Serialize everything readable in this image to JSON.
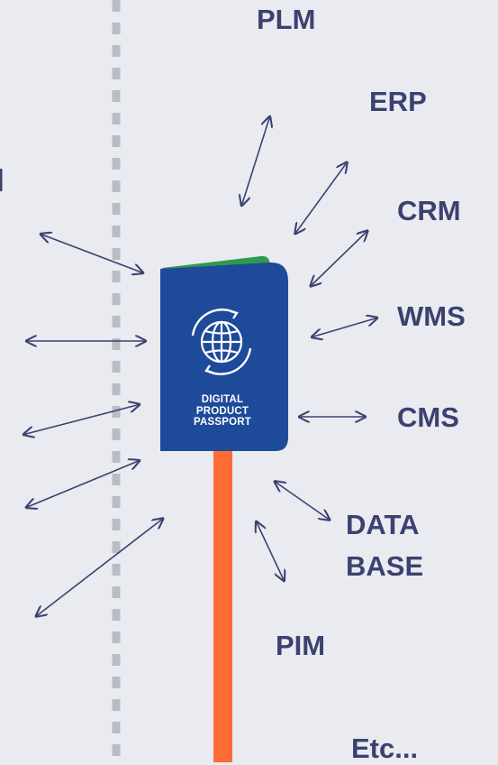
{
  "systems": [
    "PLM",
    "ERP",
    "CRM",
    "WMS",
    "CMS",
    "DATA",
    "BASE",
    "PIM",
    "Etc..."
  ],
  "passport": {
    "line1": "DIGITAL",
    "line2": "PRODUCT",
    "line3": "PASSPORT",
    "icon": "globe-icon"
  },
  "colors": {
    "background": "#e9ebf0",
    "arrow": "#3b4270",
    "label": "#3b4270",
    "passport_cover": "#1e4a9a",
    "passport_page": "#2e9a4e",
    "pole": "#ff6b35",
    "divider": "#b9bcc6"
  }
}
